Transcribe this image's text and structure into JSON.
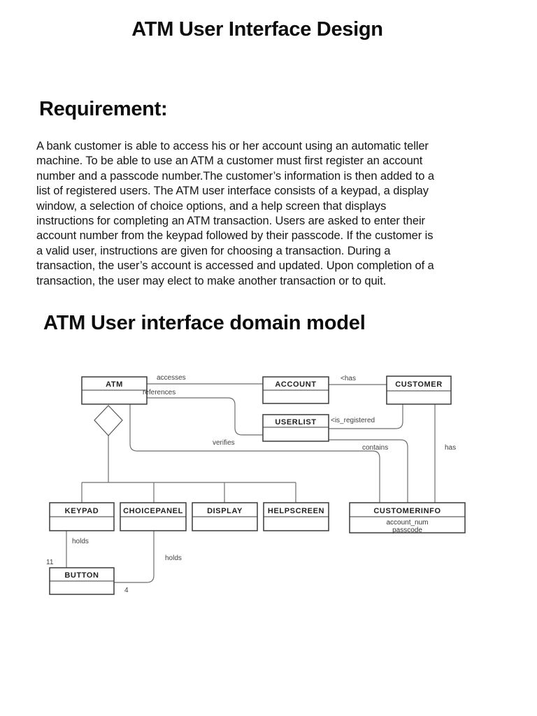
{
  "doc": {
    "title": "ATM User Interface Design",
    "requirement": {
      "heading": "Requirement:",
      "lines": [
        "A bank customer is able to access his or her account using an automatic teller",
        "machine. To be able to use an ATM a customer must first register an account",
        "number and a passcode number.The customer’s information is then added to a",
        "list of registered users. The ATM user interface consists of a keypad, a display",
        "window, a selection of choice options, and a help screen that displays",
        "instructions for completing an ATM transaction. Users are asked to enter their",
        "account number from the keypad followed by their passcode.  If the customer is",
        "a valid user, instructions are given for choosing a transaction. During a",
        "transaction, the user’s account is accessed and updated. Upon completion of a",
        "transaction, the user may elect to make another transaction or to quit."
      ]
    },
    "domain_model": {
      "heading": "ATM User interface domain model"
    }
  },
  "diagram": {
    "classes": {
      "atm": {
        "name": "ATM"
      },
      "account": {
        "name": "ACCOUNT"
      },
      "customer": {
        "name": "CUSTOMER"
      },
      "userlist": {
        "name": "USERLIST"
      },
      "keypad": {
        "name": "KEYPAD"
      },
      "choicepanel": {
        "name": "CHOICEPANEL"
      },
      "display": {
        "name": "DISPLAY"
      },
      "helpscreen": {
        "name": "HELPSCREEN"
      },
      "customerinfo": {
        "name": "CUSTOMERINFO",
        "attributes": [
          "account_num",
          "passcode"
        ]
      },
      "button": {
        "name": "BUTTON"
      }
    },
    "labels": {
      "accesses": "accesses",
      "references": "references",
      "has_account": "<has",
      "is_registered": "<is_registered",
      "verifies": "verifies",
      "contains": "contains",
      "has_info": "has",
      "holds_keypad": "holds",
      "holds_choicepanel": "holds",
      "mult_keypad_buttons": "11",
      "mult_choicepanel_buttons": "4"
    },
    "colors": {
      "box_border": "#3a3a3a",
      "connector": "#6e6e6e",
      "label_text": "#3f3f3f"
    }
  }
}
